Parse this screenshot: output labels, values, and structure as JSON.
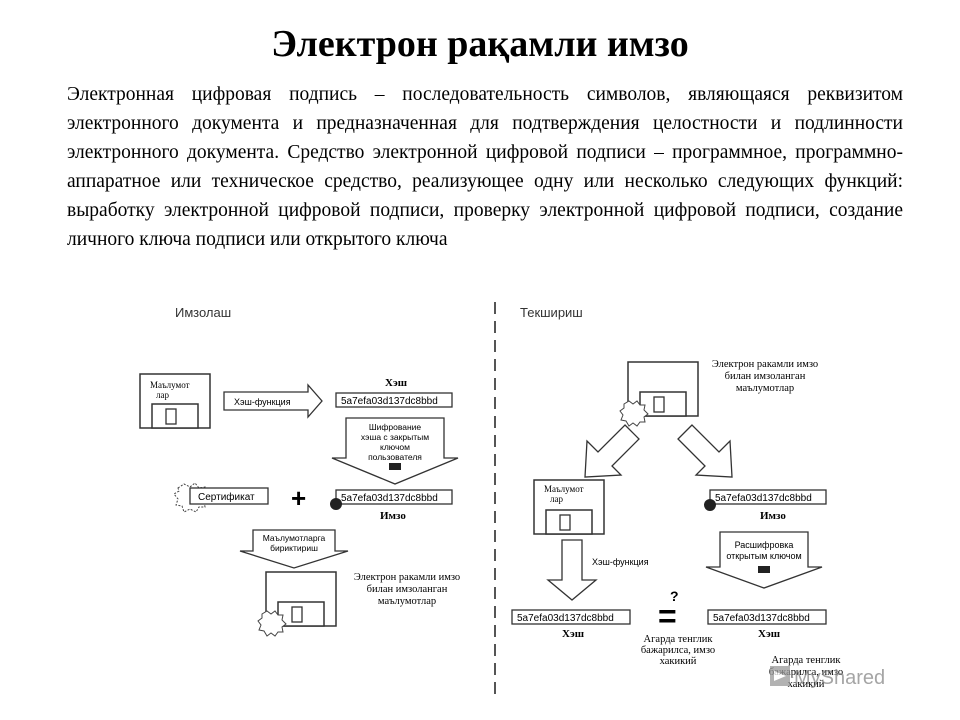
{
  "title": "Электрон рақамли имзо",
  "paragraph": "Электронная цифровая подпись – последовательность символов, являющаяся реквизитом электронного документа и предназначенная для подтверждения целостности и подлинности электронного документа. Средство электронной цифровой подписи – программное, программно-аппаратное или техническое средство, реализующее одну или несколько следующих функций: выработку электронной цифровой подписи, проверку электронной цифровой подписи, создание личного ключа подписи или открытого ключа",
  "diagram": {
    "left_header": "Имзолаш",
    "right_header": "Текшириш",
    "left": {
      "data_label_1": "Маълумот",
      "data_label_2": "лар",
      "hash_fn": "Хэш-функция",
      "hash_title": "Хэш",
      "hash_value": "5a7efa03d137dc8bbd",
      "encrypt_1": "Шифрование",
      "encrypt_2": "хэша с закрытым",
      "encrypt_3": "ключом",
      "encrypt_4": "пользователя",
      "certificate": "Сертификат",
      "plus": "+",
      "signed_hash": "5a7efa03d137dc8bbd",
      "signature": "Имзо",
      "combine_1": "Маълумотларга",
      "combine_2": "бириктириш",
      "result_1": "Электрон ракамли имзо",
      "result_2": "билан имзоланган",
      "result_3": "маълумотлар"
    },
    "right": {
      "top_1": "Электрон ракамли имзо",
      "top_2": "билан имзоланган",
      "top_3": "маълумотлар",
      "data_label_1": "Маълумот",
      "data_label_2": "лар",
      "signed_hash": "5a7efa03d137dc8bbd",
      "signature": "Имзо",
      "decrypt_1": "Расшифровка",
      "decrypt_2": "открытым ключом",
      "hash_fn": "Хэш-функция",
      "hash_left": "5a7efa03d137dc8bbd",
      "hash_right": "5a7efa03d137dc8bbd",
      "hash_left_title": "Хэш",
      "hash_right_title": "Хэш",
      "question": "?",
      "equals": "=",
      "eq_note_1": "Агарда тенглик",
      "eq_note_2": "бажарилса, имзо",
      "eq_note_3": "хакикий",
      "neq_note_1": "Агарда тенглик",
      "neq_note_2": "бажарилса, имзо",
      "neq_note_3": "хакикий"
    },
    "watermark": "MyShared"
  }
}
